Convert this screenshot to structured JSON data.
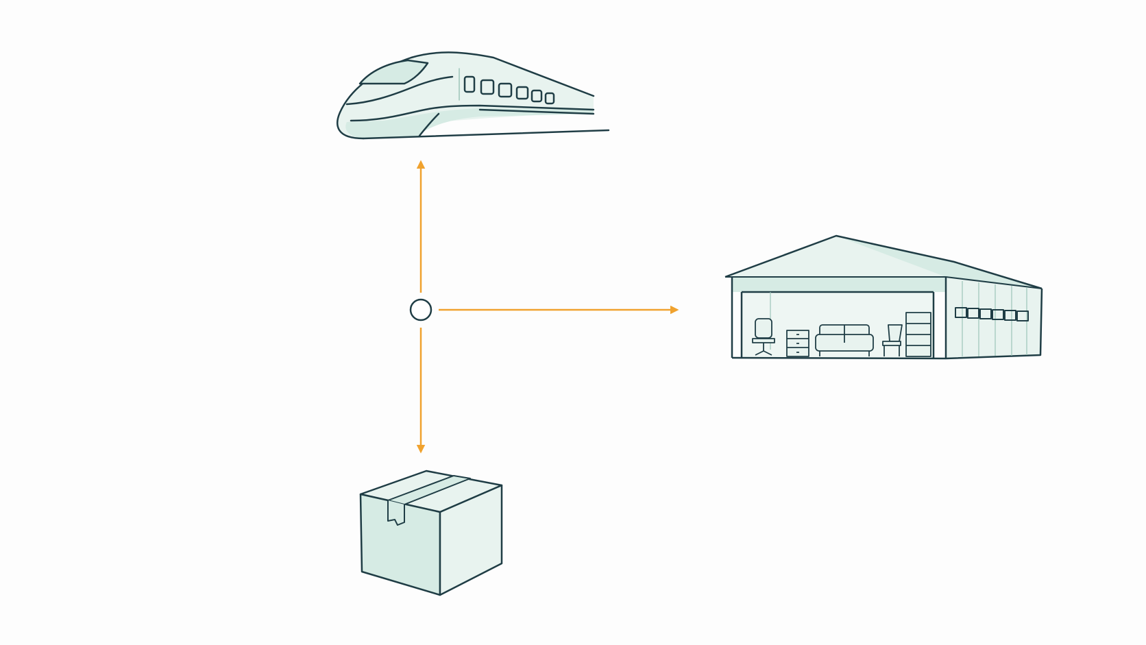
{
  "diagram": {
    "colors": {
      "background": "#fdfdfd",
      "outline": "#1f3d45",
      "fill": "#d6ebe4",
      "fill_light": "#e8f3ef",
      "arrow": "#f0a22e"
    },
    "nodes": [
      {
        "id": "hub",
        "icon": "hub-circle-icon"
      },
      {
        "id": "train",
        "icon": "high-speed-train-icon"
      },
      {
        "id": "warehouse",
        "icon": "storage-warehouse-icon"
      },
      {
        "id": "box",
        "icon": "cardboard-box-icon"
      }
    ],
    "edges": [
      {
        "from": "hub",
        "to": "train",
        "direction": "up"
      },
      {
        "from": "hub",
        "to": "warehouse",
        "direction": "right"
      },
      {
        "from": "hub",
        "to": "box",
        "direction": "down"
      }
    ]
  }
}
